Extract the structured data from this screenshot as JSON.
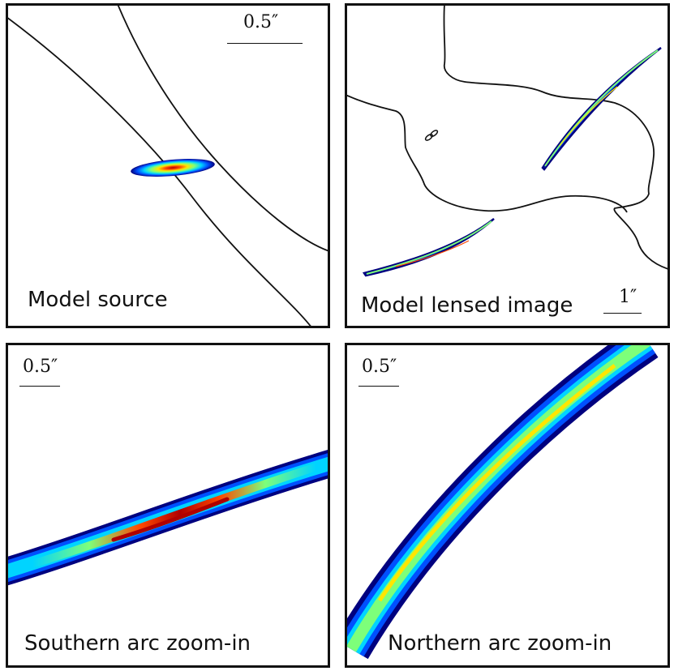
{
  "panels": {
    "model_source": {
      "label": "Model source",
      "scale": "0.5″"
    },
    "model_lensed": {
      "label": "Model lensed image",
      "scale": "1″"
    },
    "southern_arc": {
      "label": "Southern arc zoom-in",
      "scale": "0.5″"
    },
    "northern_arc": {
      "label": "Northern arc zoom-in",
      "scale": "0.5″"
    }
  },
  "colormap": [
    "#00007f",
    "#0050ff",
    "#00d4ff",
    "#7dff7a",
    "#ffe600",
    "#ff4800",
    "#b00000"
  ]
}
